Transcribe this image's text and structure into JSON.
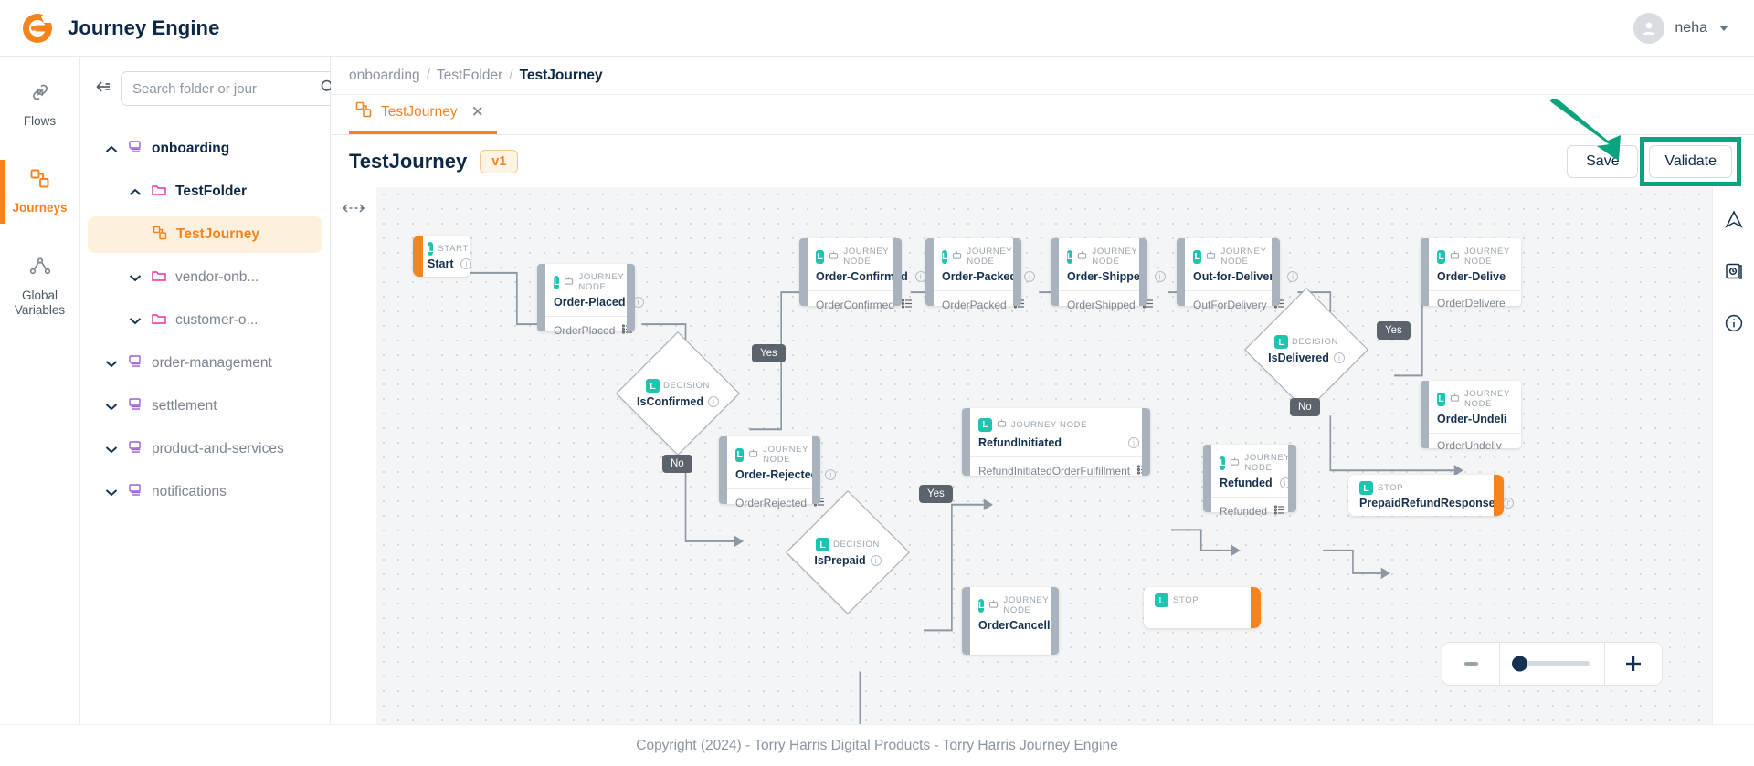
{
  "app": {
    "brand": "Journey Engine",
    "logo_color": "#f5841f",
    "user": {
      "name": "neha",
      "avatar_icon": "user-avatar-icon"
    }
  },
  "rail": {
    "items": [
      {
        "label": "Flows",
        "icon": "link-icon",
        "active": false
      },
      {
        "label": "Journeys",
        "icon": "journey-nodes-icon",
        "active": true
      },
      {
        "label": "Global Variables",
        "icon": "graph-nodes-icon",
        "active": false
      }
    ]
  },
  "sidebar": {
    "collapse_icon": "collapse-left-icon",
    "search": {
      "placeholder": "Search folder or jour",
      "value": "",
      "icon": "search-icon"
    },
    "tree": [
      {
        "label": "onboarding",
        "level": 0,
        "icon": "journey-stack-icon",
        "state": "expanded",
        "selected": false
      },
      {
        "label": "TestFolder",
        "level": 1,
        "icon": "folder-icon",
        "state": "expanded",
        "selected": false
      },
      {
        "label": "TestJourney",
        "level": 2,
        "icon": "journey-nodes-icon",
        "state": "leaf",
        "selected": true
      },
      {
        "label": "vendor-onb...",
        "level": 1,
        "icon": "folder-icon",
        "state": "collapsed",
        "selected": false
      },
      {
        "label": "customer-o...",
        "level": 1,
        "icon": "folder-icon",
        "state": "collapsed",
        "selected": false
      },
      {
        "label": "order-management",
        "level": 0,
        "icon": "journey-stack-icon",
        "state": "collapsed",
        "selected": false
      },
      {
        "label": "settlement",
        "level": 0,
        "icon": "journey-stack-icon",
        "state": "collapsed",
        "selected": false
      },
      {
        "label": "product-and-services",
        "level": 0,
        "icon": "journey-stack-icon",
        "state": "collapsed",
        "selected": false
      },
      {
        "label": "notifications",
        "level": 0,
        "icon": "journey-stack-icon",
        "state": "collapsed",
        "selected": false
      }
    ]
  },
  "breadcrumb": {
    "items": [
      "onboarding",
      "TestFolder",
      "TestJourney"
    ],
    "separator": "/"
  },
  "tabs": [
    {
      "label": "TestJourney",
      "icon": "journey-nodes-icon",
      "close_icon": "close-icon",
      "active": true
    }
  ],
  "header": {
    "title": "TestJourney",
    "version": "v1",
    "save_label": "Save",
    "validate_label": "Validate",
    "highlight_color": "#0aa37f",
    "highlighted_button": "Validate"
  },
  "canvas": {
    "expand_icon": "expand-horizontal-icon",
    "tools": [
      {
        "icon": "compass-icon",
        "name": "navigator-tool"
      },
      {
        "icon": "history-icon",
        "name": "history-tool"
      },
      {
        "icon": "info-icon",
        "name": "info-tool"
      }
    ],
    "zoom": {
      "minus_label": "-",
      "plus_label": "+",
      "value": 0
    },
    "nodes": [
      {
        "id": "start",
        "kind": "START",
        "title": "Start",
        "sub": "",
        "type": "terminal-start"
      },
      {
        "id": "order-placed",
        "kind": "JOURNEY NODE",
        "title": "Order-Placed",
        "sub": "OrderPlaced",
        "type": "journey"
      },
      {
        "id": "is-confirmed",
        "kind": "DECISION",
        "title": "IsConfirmed",
        "sub": "",
        "type": "decision"
      },
      {
        "id": "order-confirmed",
        "kind": "JOURNEY NODE",
        "title": "Order-Confirmed",
        "sub": "OrderConfirmed",
        "type": "journey"
      },
      {
        "id": "order-packed",
        "kind": "JOURNEY NODE",
        "title": "Order-Packed",
        "sub": "OrderPacked",
        "type": "journey"
      },
      {
        "id": "order-shipped",
        "kind": "JOURNEY NODE",
        "title": "Order-Shipped",
        "sub": "OrderShipped",
        "type": "journey"
      },
      {
        "id": "out-for-delivery",
        "kind": "JOURNEY NODE",
        "title": "Out-for-Delivery",
        "sub": "OutForDelivery",
        "type": "journey"
      },
      {
        "id": "is-delivered",
        "kind": "DECISION",
        "title": "IsDelivered",
        "sub": "",
        "type": "decision"
      },
      {
        "id": "order-delivered",
        "kind": "JOURNEY NODE",
        "title": "Order-Delive",
        "sub": "OrderDelivere",
        "type": "journey"
      },
      {
        "id": "order-undelivered",
        "kind": "JOURNEY NODE",
        "title": "Order-Undeli",
        "sub": "OrderUndeliv",
        "type": "journey"
      },
      {
        "id": "order-rejected",
        "kind": "JOURNEY NODE",
        "title": "Order-Rejected",
        "sub": "OrderRejected",
        "type": "journey"
      },
      {
        "id": "is-prepaid",
        "kind": "DECISION",
        "title": "IsPrepaid",
        "sub": "",
        "type": "decision"
      },
      {
        "id": "refund-initiated",
        "kind": "JOURNEY NODE",
        "title": "RefundInitiated",
        "sub": "RefundInitiatedOrderFulfillment",
        "type": "journey"
      },
      {
        "id": "refunded",
        "kind": "JOURNEY NODE",
        "title": "Refunded",
        "sub": "Refunded",
        "type": "journey"
      },
      {
        "id": "prepaid-refund",
        "kind": "STOP",
        "title": "PrepaidRefundResponse",
        "sub": "",
        "type": "terminal-stop"
      },
      {
        "id": "order-cancelled",
        "kind": "JOURNEY NODE",
        "title": "OrderCancelled",
        "sub": "",
        "type": "journey"
      },
      {
        "id": "stop-bottom",
        "kind": "STOP",
        "title": "",
        "sub": "",
        "type": "terminal-stop"
      }
    ],
    "edge_labels": [
      {
        "text": "Yes",
        "for": "is-confirmed-yes"
      },
      {
        "text": "No",
        "for": "is-confirmed-no"
      },
      {
        "text": "Yes",
        "for": "is-delivered-yes"
      },
      {
        "text": "No",
        "for": "is-delivered-no"
      },
      {
        "text": "Yes",
        "for": "is-prepaid-yes"
      }
    ]
  },
  "footer": {
    "text": "Copyright (2024) - Torry Harris Digital Products - Torry Harris Journey Engine"
  }
}
